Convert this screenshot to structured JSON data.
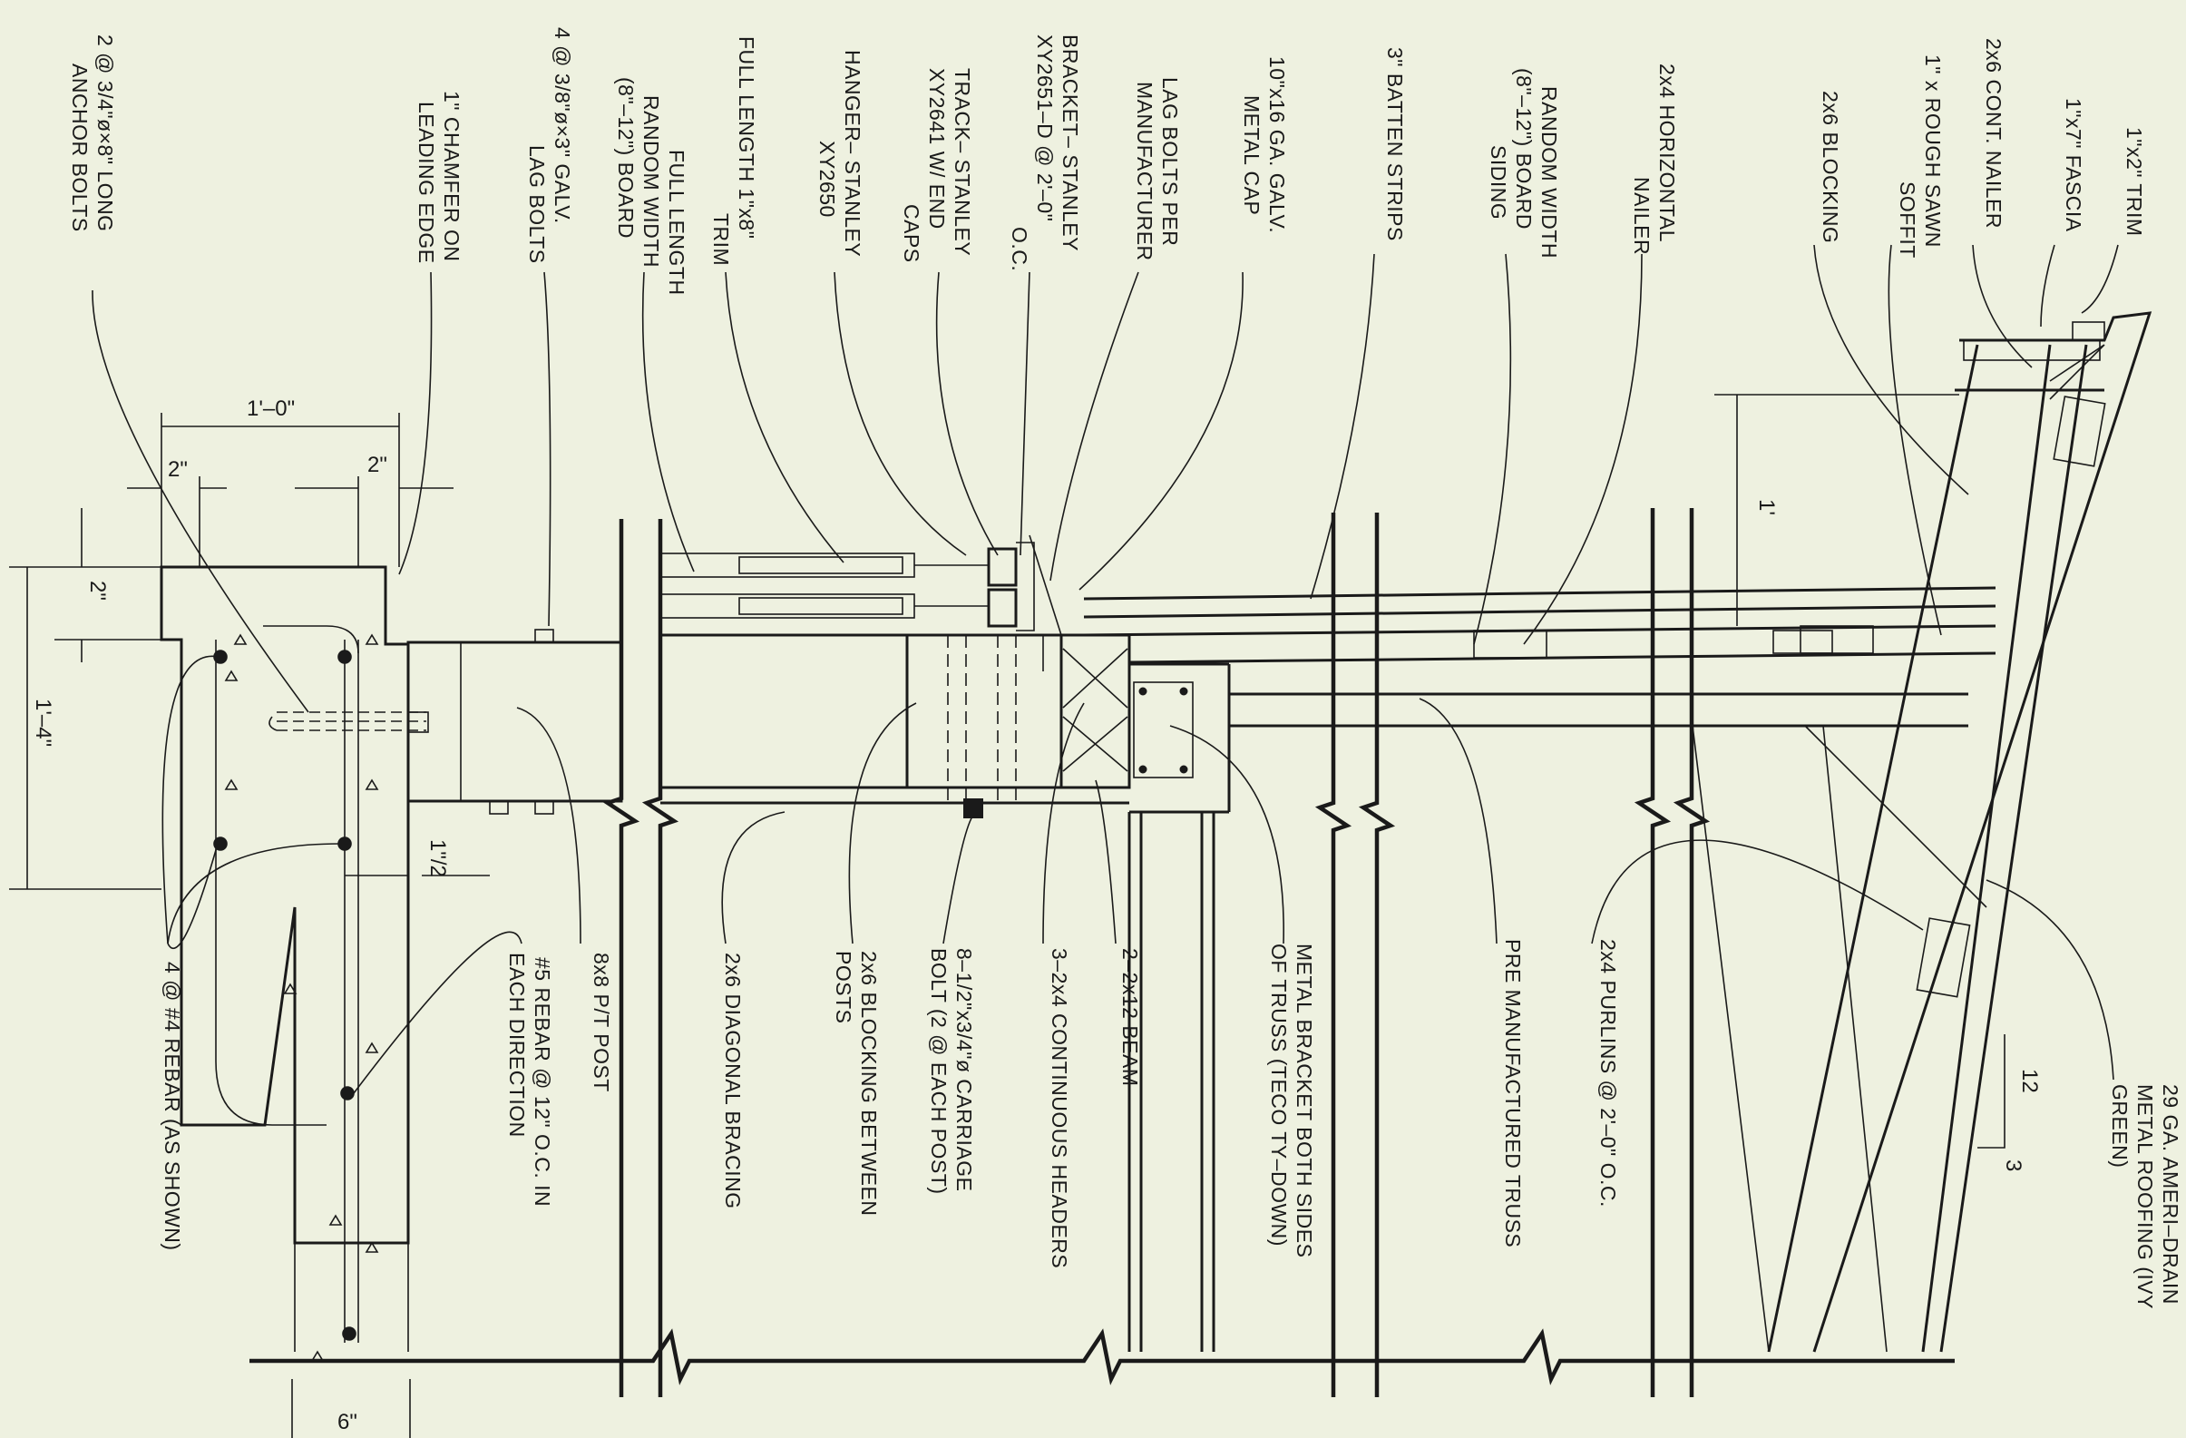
{
  "colors": {
    "background": "#eef1e0",
    "ink": "#1a1a1a"
  },
  "labels": {
    "anchor_bolts_1": "2 @ 3/4\"ø×8\" LONG",
    "anchor_bolts_2": "ANCHOR BOLTS",
    "chamfer_1": "1\" CHAMFER ON",
    "chamfer_2": "LEADING EDGE",
    "lag_bolts_1": "4 @ 3/8\"ø×3\" GALV.",
    "lag_bolts_2": "LAG BOLTS",
    "board_1": "FULL LENGTH",
    "board_2": "RANDOM WIDTH",
    "board_3": "(8\"–12\") BOARD",
    "trim_1": "FULL LENGTH 1\"x8\"",
    "trim_2": "TRIM",
    "hanger_1": "HANGER– STANLEY",
    "hanger_2": "XY2650",
    "track_1": "TRACK– STANLEY",
    "track_2": "XY2641 W/ END",
    "track_3": "CAPS",
    "bracket_1": "BRACKET– STANLEY",
    "bracket_2": "XY2651–D @ 2'–0\"",
    "bracket_3": "O.C.",
    "lag_mfr_1": "LAG BOLTS PER",
    "lag_mfr_2": "MANUFACTURER",
    "metal_cap_1": "10\"x16 GA. GALV.",
    "metal_cap_2": "METAL CAP",
    "batten": "3\" BATTEN STRIPS",
    "siding_1": "RANDOM WIDTH",
    "siding_2": "(8\"–12\") BOARD",
    "siding_3": "SIDING",
    "nailer_1": "2x4 HORIZONTAL",
    "nailer_2": "NAILER",
    "blocking_top": "2x6 BLOCKING",
    "soffit_1": "1\" x ROUGH SAWN",
    "soffit_2": "SOFFIT",
    "cont_nailer": "2x6 CONT. NAILER",
    "fascia": "1\"x7\" FASCIA",
    "trim_top": "1\"x2\" TRIM",
    "rebar_4": "4 @ #4 REBAR (AS SHOWN)",
    "rebar_5_1": "#5 REBAR @ 12\" O.C. IN",
    "rebar_5_2": "EACH DIRECTION",
    "post": "8x8 P/T POST",
    "diag": "2x6 DIAGONAL BRACING",
    "blk_posts_1": "2x6 BLOCKING BETWEEN",
    "blk_posts_2": "POSTS",
    "carriage_1": "8–1/2\"x3/4\"ø CARRIAGE",
    "carriage_2": "BOLT (2 @ EACH POST)",
    "headers": "3–2x4 CONTINUOUS HEADERS",
    "beam": "2–2x12 BEAM",
    "metal_bracket_1": "METAL BRACKET BOTH SIDES",
    "metal_bracket_2": "OF TRUSS (TECO TY–DOWN)",
    "truss": "PRE MANUFACTURED TRUSS",
    "purlins": "2x4 PURLINS @ 2'–0\" O.C.",
    "roofing_1": "29 GA. AMERI–DRAIN",
    "roofing_2": "METAL ROOFING (IVY",
    "roofing_3": "GREEN)"
  },
  "dimensions": {
    "d_1_0": "1'–0\"",
    "d_2_left": "2\"",
    "d_2_right": "2\"",
    "d_2_vert": "2\"",
    "d_1_4": "1'–4\"",
    "d_half": "1\"/2",
    "d_6": "6\"",
    "d_1ft": "1'",
    "slope_12": "12",
    "slope_3": "3"
  }
}
